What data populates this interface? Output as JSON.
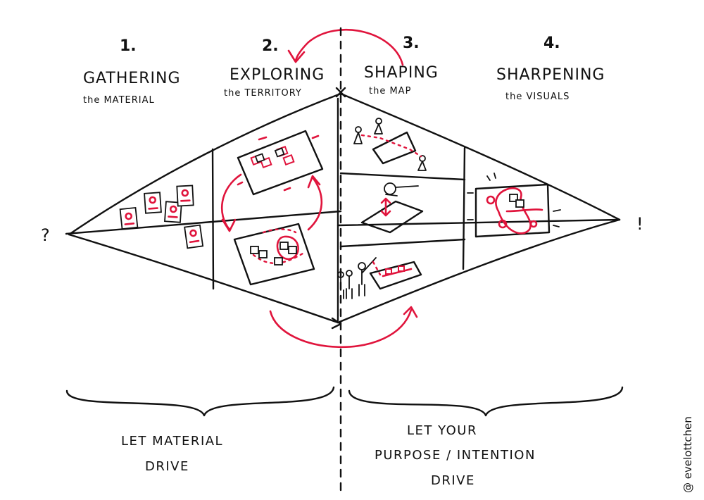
{
  "phases": [
    {
      "number": "1.",
      "title": "GATHERING",
      "subtitle": "the MATERIAL"
    },
    {
      "number": "2.",
      "title": "EXPLORING",
      "subtitle": "the TERRITORY"
    },
    {
      "number": "3.",
      "title": "SHAPING",
      "subtitle": "the MAP"
    },
    {
      "number": "4.",
      "title": "SHARPENING",
      "subtitle": "the VISUALS"
    }
  ],
  "left_mark": "?",
  "right_mark": "!",
  "bottom_left": {
    "line1": "LET MATERIAL",
    "line2": "DRIVE"
  },
  "bottom_right": {
    "line1": "LET YOUR",
    "line2": "PURPOSE / INTENTION",
    "line3": "DRIVE"
  },
  "credit": "@ evelottchen",
  "colors": {
    "ink": "#111111",
    "accent": "#e0143c",
    "background": "#ffffff"
  }
}
